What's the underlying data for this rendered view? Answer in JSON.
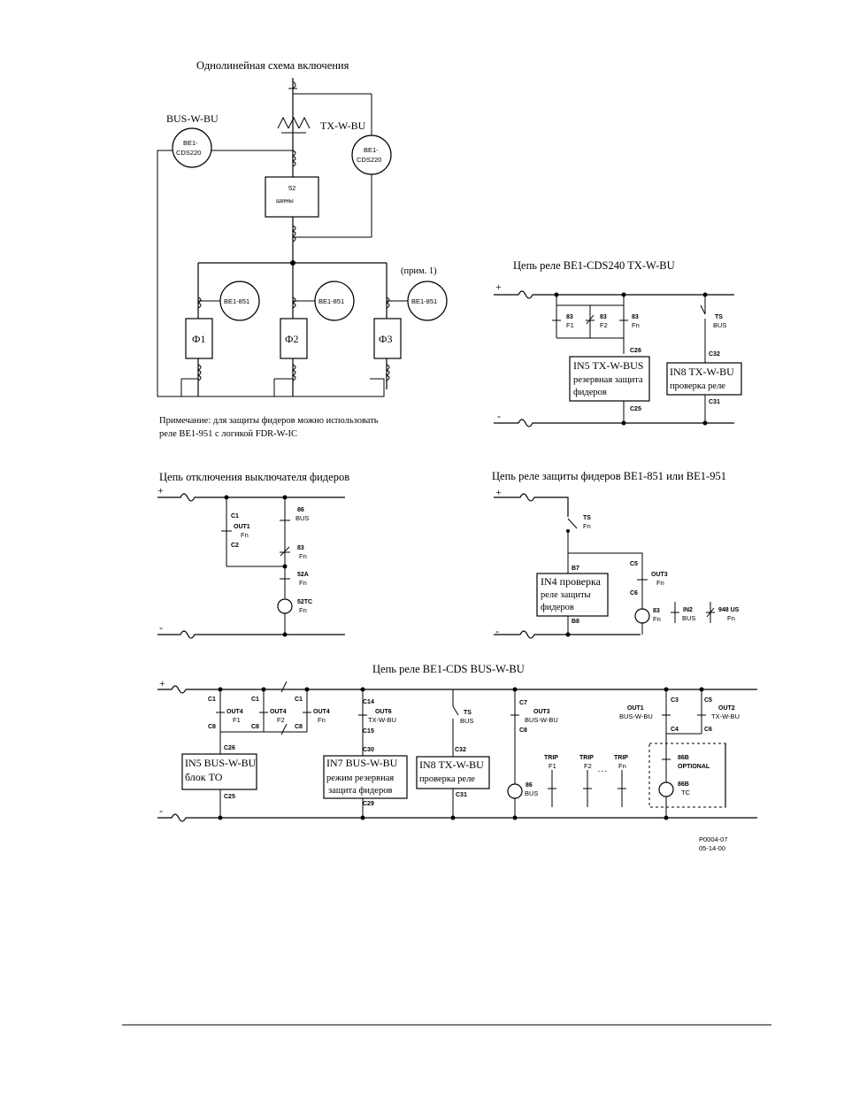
{
  "one_line": {
    "title": "Однолинейная схема включения",
    "bus_label": "BUS-W-BU",
    "tx_label": "TX-W-BU",
    "relay_cds_a": [
      "BE1-",
      "CDS220"
    ],
    "relay_cds_b": [
      "BE1-",
      "CDS220"
    ],
    "breaker_label": [
      "52",
      "шины"
    ],
    "feeder_relay": "BE1-851",
    "note_ref": "(прим. 1)",
    "feeders": [
      "Ф1",
      "Ф2",
      "Ф3"
    ],
    "note_lines": [
      "Примечание: для защиты фидеров можно использовать",
      "реле BE1-951 с логикой FDR-W-IC"
    ]
  },
  "tx_circuit": {
    "title": "Цепь реле BE1-CDS240 TX-W-BU",
    "plus": "+",
    "minus": "-",
    "contacts": [
      {
        "top": "83",
        "bottom": "F1"
      },
      {
        "top": "83",
        "bottom": "F2"
      },
      {
        "top": "83",
        "bottom": "Fn"
      }
    ],
    "ts": {
      "top": "TS",
      "bottom": "BUS"
    },
    "in5": {
      "title": "IN5 TX-W-BUS",
      "line2": "резервная защита",
      "line3": "фидеров",
      "top_term": "C26",
      "bot_term": "C25"
    },
    "in8": {
      "title": "IN8 TX-W-BU",
      "line2": "проверка реле",
      "top_term": "C32",
      "bot_term": "C31"
    }
  },
  "trip_circuit": {
    "title": "Цепь отключения выключателя фидеров",
    "plus": "+",
    "minus": "-",
    "c1": "C1",
    "out1": "OUT1",
    "out1_sub": "Fn",
    "c2": "C2",
    "k86": "86",
    "k86_sub": "BUS",
    "k83": "83",
    "k83_sub": "Fn",
    "k52a": "52A",
    "k52a_sub": "Fn",
    "k52tc": "52TC",
    "k52tc_sub": "Fn"
  },
  "feeder_circuit": {
    "title": "Цепь реле защиты фидеров BE1-851 или BE1-951",
    "plus": "+",
    "minus": "-",
    "ts": "TS",
    "ts_sub": "Fn",
    "b7": "B7",
    "b8": "B8",
    "c5": "C5",
    "out3": "OUT3",
    "out3_sub": "Fn",
    "c6": "C6",
    "in4": [
      "IN4 проверка",
      "реле защиты",
      "фидеров"
    ],
    "k83": "83",
    "k83_sub": "Fn",
    "in2": "IN2",
    "in2_sub": "BUS",
    "k948": "948 US",
    "k948_sub": "Fn"
  },
  "bus_circuit": {
    "title": "Цепь реле BE1-CDS BUS-W-BU",
    "plus": "+",
    "minus": "-",
    "out_groups": [
      {
        "top": "C1",
        "label": "OUT4",
        "sub": "F1",
        "bottom": "C8"
      },
      {
        "top": "C1",
        "label": "OUT4",
        "sub": "F2",
        "bottom": "C8"
      },
      {
        "top": "C1",
        "label": "OUT4",
        "sub": "Fn",
        "bottom": "C8"
      }
    ],
    "c26": "C26",
    "c25": "C25",
    "in5": [
      "IN5 BUS-W-BU",
      "блок TO"
    ],
    "c14": "C14",
    "out6": "OUT6",
    "out6_sub": "TX-W-BU",
    "c15": "C15",
    "c30": "C30",
    "c29": "C29",
    "in7": [
      "IN7 BUS-W-BU",
      "режим резервная",
      "защита фидеров"
    ],
    "ts": "TS",
    "ts_sub": "BUS",
    "c32": "C32",
    "c31": "C31",
    "in8": [
      "IN8 TX-W-BU",
      "проверка реле"
    ],
    "c7": "C7",
    "out3": "OUT3",
    "out3_sub": "BUS-W-BU",
    "c8": "C8",
    "k86": "86",
    "k86_sub": "BUS",
    "trips": [
      {
        "top": "TRIP",
        "sub": "F1"
      },
      {
        "top": "TRIP",
        "sub": "F2"
      },
      {
        "top": "TRIP",
        "sub": "Fn"
      }
    ],
    "dots": ". . .",
    "out1": "OUT1",
    "out1_sub": "BUS-W-BU",
    "c3": "C3",
    "c4": "C4",
    "c5": "C5",
    "c6": "C6",
    "out2": "OUT2",
    "out2_sub": "TX-W-BU",
    "b86_top": "86B",
    "optional": "OPTIONAL",
    "b86": "86B",
    "b86_sub": "TC"
  },
  "figure_id": [
    "P0004-07",
    "05-14-00"
  ]
}
